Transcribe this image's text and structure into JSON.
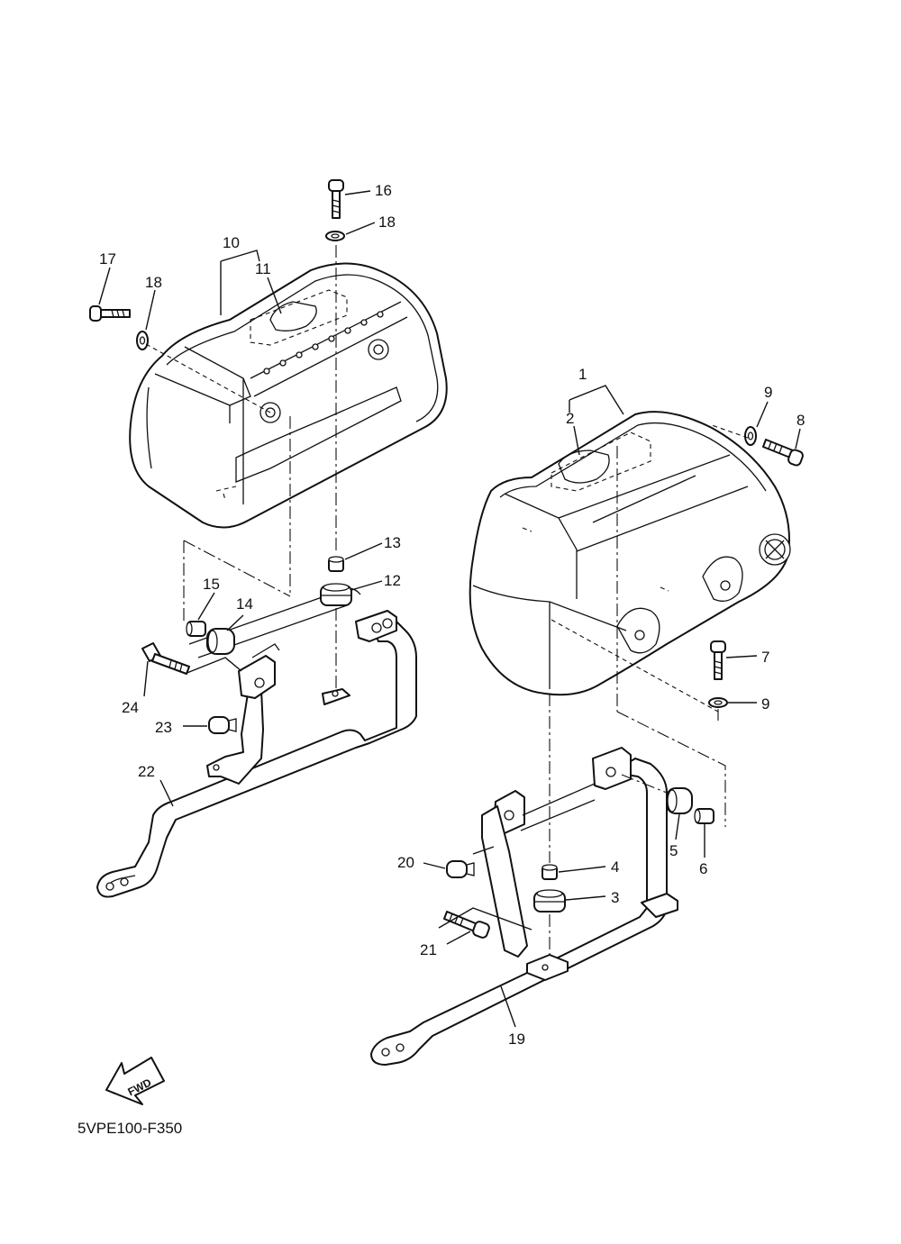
{
  "diagram_code": "5VPE100-F350",
  "fwd_label": "FWD",
  "callouts": {
    "c1": "1",
    "c2": "2",
    "c3": "3",
    "c4": "4",
    "c5": "5",
    "c6": "6",
    "c7": "7",
    "c8": "8",
    "c9a": "9",
    "c9b": "9",
    "c10": "10",
    "c11": "11",
    "c12": "12",
    "c13": "13",
    "c14": "14",
    "c15": "15",
    "c16": "16",
    "c17": "17",
    "c18a": "18",
    "c18b": "18",
    "c19": "19",
    "c20": "20",
    "c21": "21",
    "c22": "22",
    "c23": "23",
    "c24": "24"
  },
  "icons": {
    "saddlebag": "saddlebag-icon",
    "bracket": "stay-bracket-icon",
    "bolt": "bolt-icon",
    "washer": "washer-icon",
    "grommet": "grommet-icon",
    "collar": "collar-icon",
    "fwd_arrow": "fwd-arrow-icon"
  }
}
